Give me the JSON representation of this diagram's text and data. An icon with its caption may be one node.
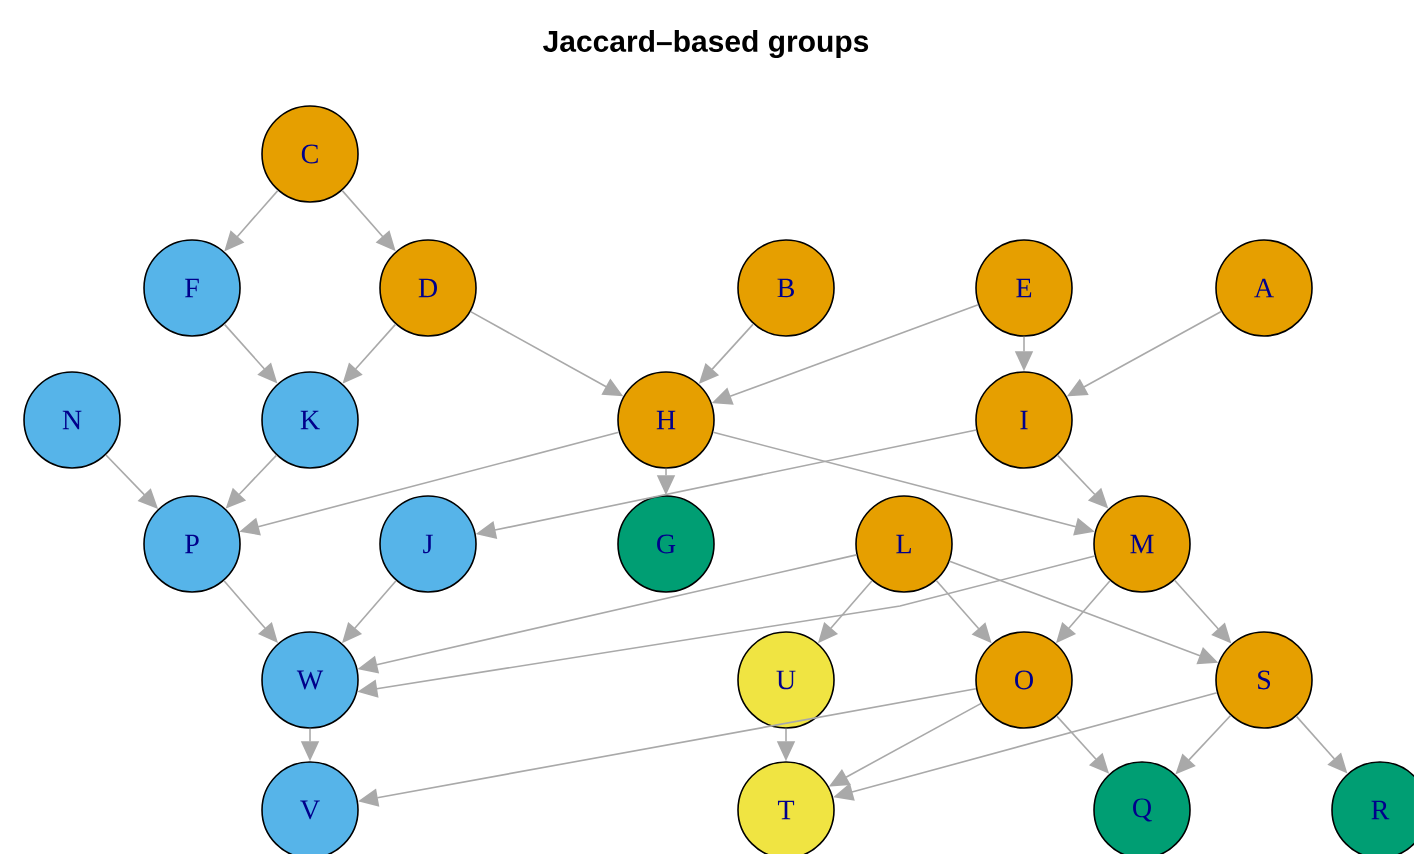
{
  "diagram": {
    "title": "Jaccard–based groups",
    "nodes": [
      {
        "text": [
          "C"
        ]
      },
      {
        "text": [
          "F"
        ]
      },
      {
        "text": [
          "D"
        ]
      },
      {
        "text": [
          "B"
        ]
      },
      {
        "text": [
          "E"
        ]
      },
      {
        "text": [
          "A"
        ]
      },
      {
        "text": [
          "N"
        ]
      },
      {
        "text": [
          "K"
        ]
      },
      {
        "text": [
          "H"
        ]
      },
      {
        "text": [
          "I"
        ]
      },
      {
        "text": [
          "P"
        ]
      },
      {
        "text": [
          "J"
        ]
      },
      {
        "text": [
          "G"
        ]
      },
      {
        "text": [
          "L"
        ]
      },
      {
        "text": [
          "M"
        ]
      },
      {
        "text": [
          "W"
        ]
      },
      {
        "text": [
          "U"
        ]
      },
      {
        "text": [
          "O"
        ]
      },
      {
        "text": [
          "S"
        ]
      },
      {
        "text": [
          "V"
        ]
      },
      {
        "text": [
          "T"
        ]
      },
      {
        "text": [
          "Q"
        ]
      },
      {
        "text": [
          "R"
        ]
      }
    ],
    "edges": [
      {
        "from": 0,
        "to": 1,
        "arrow": "to"
      },
      {
        "from": 0,
        "to": 2,
        "arrow": "to"
      },
      {
        "from": 1,
        "to": 7,
        "arrow": "to"
      },
      {
        "from": 2,
        "to": 7,
        "arrow": "to"
      },
      {
        "from": 2,
        "to": 8,
        "arrow": "to"
      },
      {
        "from": 3,
        "to": 8,
        "arrow": "to"
      },
      {
        "from": 4,
        "to": 8,
        "arrow": "to"
      },
      {
        "from": 4,
        "to": 9,
        "arrow": "to"
      },
      {
        "from": 5,
        "to": 9,
        "arrow": "to"
      },
      {
        "from": 6,
        "to": 10,
        "arrow": "to"
      },
      {
        "from": 7,
        "to": 10,
        "arrow": "to"
      },
      {
        "from": 8,
        "to": 10,
        "arrow": "to"
      },
      {
        "from": 9,
        "to": 11,
        "arrow": "to"
      },
      {
        "from": 8,
        "to": 12,
        "arrow": "to"
      },
      {
        "from": 8,
        "to": 14,
        "arrow": "to"
      },
      {
        "from": 9,
        "to": 14,
        "arrow": "to"
      },
      {
        "from": 10,
        "to": 15,
        "arrow": "to"
      },
      {
        "from": 11,
        "to": 15,
        "arrow": "to"
      },
      {
        "from": 13,
        "to": 15,
        "arrow": "to"
      },
      {
        "from": 14,
        "to": 15,
        "arrow": "to"
      },
      {
        "from": 15,
        "to": 19,
        "arrow": "to"
      },
      {
        "from": 17,
        "to": 19,
        "arrow": "to"
      },
      {
        "from": 13,
        "to": 16,
        "arrow": "to"
      },
      {
        "from": 13,
        "to": 17,
        "arrow": "to"
      },
      {
        "from": 13,
        "to": 18,
        "arrow": "to"
      },
      {
        "from": 14,
        "to": 17,
        "arrow": "to"
      },
      {
        "from": 14,
        "to": 18,
        "arrow": "to"
      },
      {
        "from": 16,
        "to": 20,
        "arrow": "to"
      },
      {
        "from": 17,
        "to": 20,
        "arrow": "to"
      },
      {
        "from": 18,
        "to": 20,
        "arrow": "to"
      },
      {
        "from": 17,
        "to": 21,
        "arrow": "to"
      },
      {
        "from": 18,
        "to": 21,
        "arrow": "to"
      },
      {
        "from": 18,
        "to": 22,
        "arrow": "to"
      }
    ]
  }
}
